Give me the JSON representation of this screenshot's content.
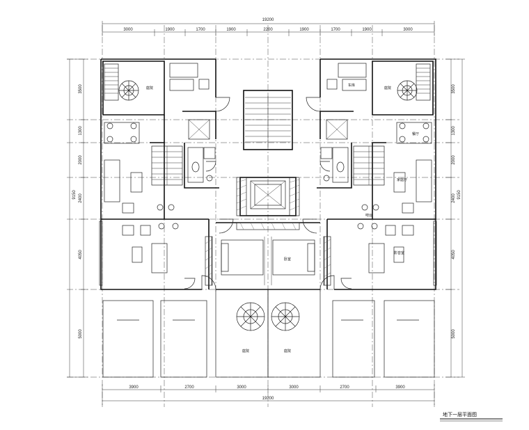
{
  "drawing": {
    "caption": "地下一层平面图"
  },
  "dimensions": {
    "overall_top": "19200",
    "overall_bottom": "19200",
    "top_segments": [
      "3000",
      "1900",
      "1700",
      "1900",
      "2200",
      "1900",
      "1700",
      "1900",
      "3000"
    ],
    "bottom_segments": [
      "3900",
      "2700",
      "3000",
      "3000",
      "2700",
      "3900"
    ],
    "left_segments": [
      "3500",
      "1300",
      "2000",
      "2400",
      "4050",
      "5000"
    ],
    "right_segments": [
      "3500",
      "1300",
      "2000",
      "2400",
      "4050",
      "5000"
    ],
    "left_overall": "9150",
    "right_overall": "9150"
  },
  "room_labels": {
    "courtyard_nw": "庭院",
    "courtyard_ne": "庭院",
    "storage_ne": "车库",
    "garden_sw": "庭院",
    "garden_se": "庭院",
    "bedroom_c": "卧室",
    "hobby_e": "影音室",
    "family_e": "家庭厅",
    "bar_e": "吧台",
    "kitchen_e": "餐厅"
  }
}
